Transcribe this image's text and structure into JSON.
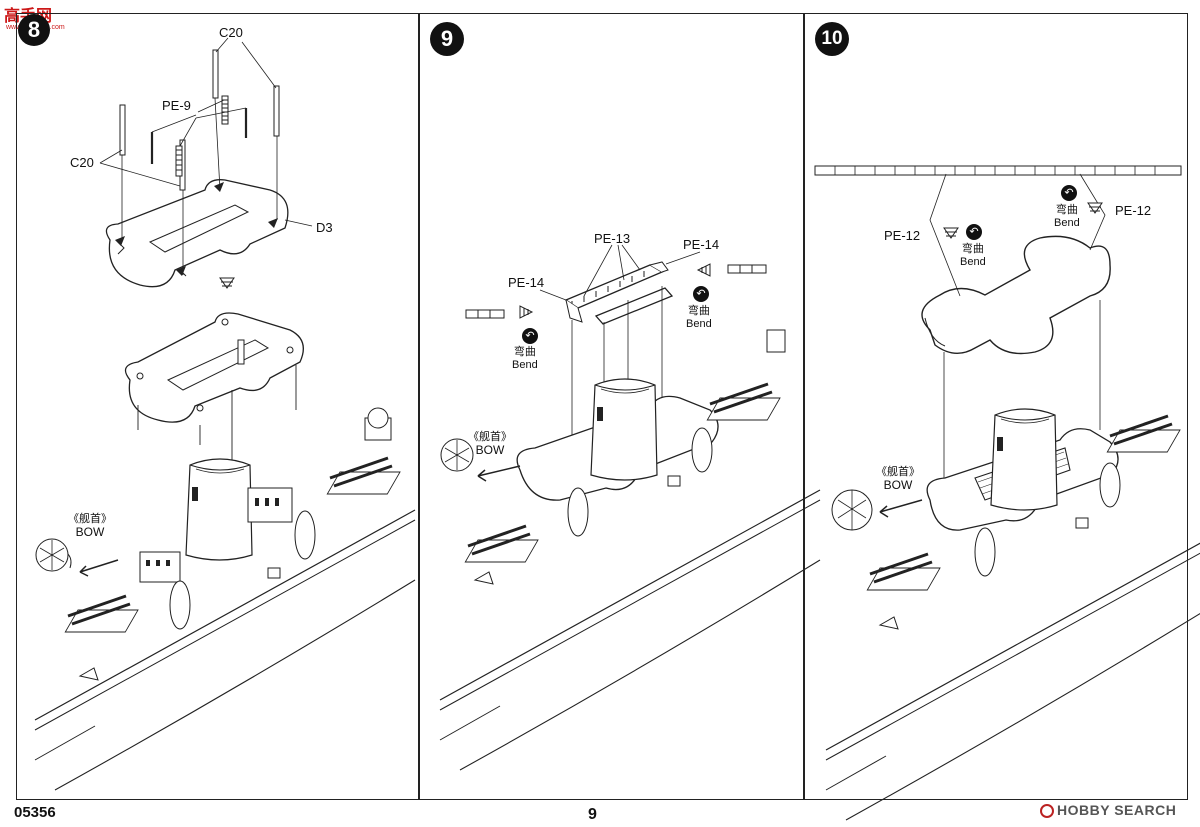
{
  "watermark_top": {
    "text": "高手网",
    "url_text": "www.gaoshou.com"
  },
  "footer": {
    "code": "05356",
    "page": "9"
  },
  "watermark_bottom": {
    "text": "HOBBY SEARCH"
  },
  "steps": {
    "s8": {
      "number": "8",
      "labels": {
        "c20_top": "C20",
        "pe9": "PE-9",
        "c20_left": "C20",
        "d3": "D3",
        "bow_cn": "《舰首》",
        "bow": "BOW"
      }
    },
    "s9": {
      "number": "9",
      "labels": {
        "pe13": "PE-13",
        "pe14_left": "PE-14",
        "pe14_right": "PE-14",
        "bend_cn": "弯曲",
        "bend": "Bend",
        "bow_cn": "《舰首》",
        "bow": "BOW"
      }
    },
    "s10": {
      "number": "10",
      "labels": {
        "pe12_left": "PE-12",
        "pe12_right": "PE-12",
        "bend_cn": "弯曲",
        "bend": "Bend",
        "bow_cn": "《舰首》",
        "bow": "BOW"
      }
    }
  }
}
